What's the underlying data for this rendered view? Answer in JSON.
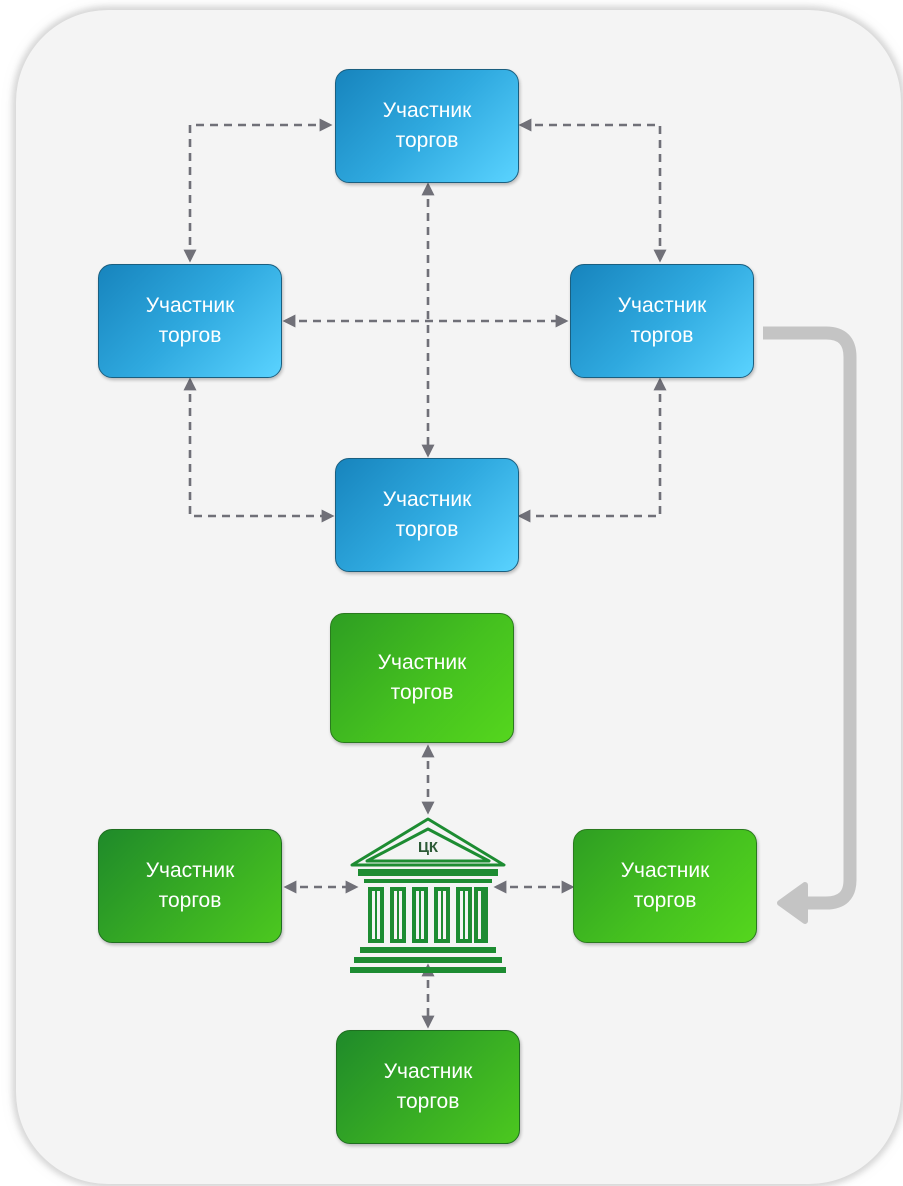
{
  "participant_label_line1": "Участник",
  "participant_label_line2": "торгов",
  "nodes": {
    "blue_top": {
      "line1": "Участник",
      "line2": "торгов"
    },
    "blue_left": {
      "line1": "Участник",
      "line2": "торгов"
    },
    "blue_right": {
      "line1": "Участник",
      "line2": "торгов"
    },
    "blue_bottom": {
      "line1": "Участник",
      "line2": "торгов"
    },
    "green_top": {
      "line1": "Участник",
      "line2": "торгов"
    },
    "green_left": {
      "line1": "Участник",
      "line2": "торгов"
    },
    "green_right": {
      "line1": "Участник",
      "line2": "торгов"
    },
    "green_bottom": {
      "line1": "Участник",
      "line2": "торгов"
    }
  },
  "central_counterparty": {
    "label": "ЦК",
    "icon": "bank-building-icon"
  },
  "colors": {
    "decentralized_nodes": "#2fa9df",
    "centralized_nodes": "#3cb521",
    "dashed_connector": "#707078",
    "transition_arrow": "#c4c4c4",
    "building": "#1d8c32"
  }
}
